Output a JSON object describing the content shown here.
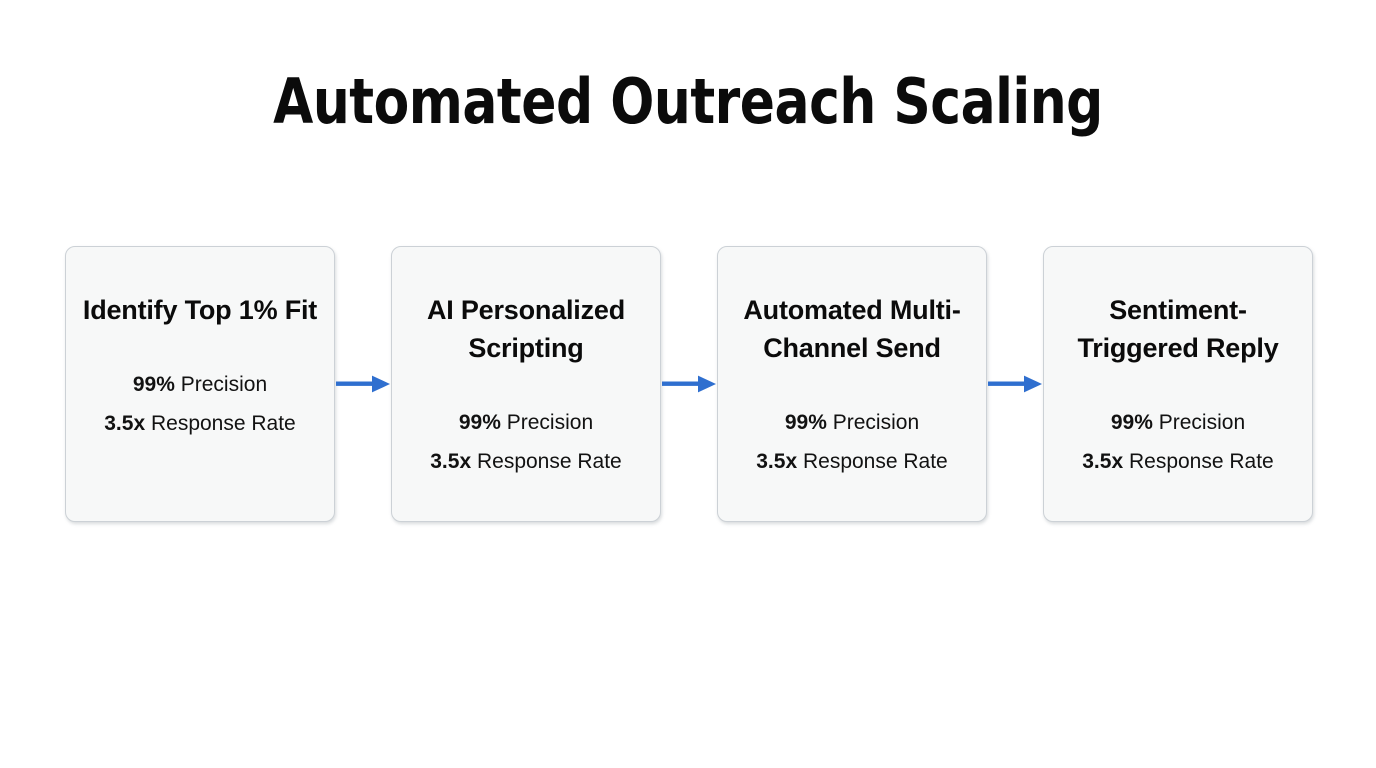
{
  "page": {
    "title": "Automated Outreach Scaling",
    "background_color": "#ffffff",
    "title_color": "#0b0b0b"
  },
  "theme": {
    "card_background": "#f7f8f8",
    "card_border": "#ccd1d6",
    "arrow_color": "#2f6fcf",
    "text_color": "#0b0b0b"
  },
  "flow": {
    "steps": [
      {
        "title": "Identify Top 1% Fit",
        "metrics": [
          {
            "value": "99%",
            "label": "Precision"
          },
          {
            "value": "3.5x",
            "label": "Response Rate"
          }
        ]
      },
      {
        "title": "AI Personalized Scripting",
        "metrics": [
          {
            "value": "99%",
            "label": "Precision"
          },
          {
            "value": "3.5x",
            "label": "Response Rate"
          }
        ]
      },
      {
        "title": "Automated Multi-Channel Send",
        "metrics": [
          {
            "value": "99%",
            "label": "Precision"
          },
          {
            "value": "3.5x",
            "label": "Response Rate"
          }
        ]
      },
      {
        "title": "Sentiment-Triggered Reply",
        "metrics": [
          {
            "value": "99%",
            "label": "Precision"
          },
          {
            "value": "3.5x",
            "label": "Response Rate"
          }
        ]
      }
    ],
    "connectors": [
      {
        "icon": "arrow-right-icon",
        "from": 0,
        "to": 1
      },
      {
        "icon": "arrow-right-icon",
        "from": 1,
        "to": 2
      },
      {
        "icon": "arrow-right-icon",
        "from": 2,
        "to": 3
      }
    ]
  }
}
